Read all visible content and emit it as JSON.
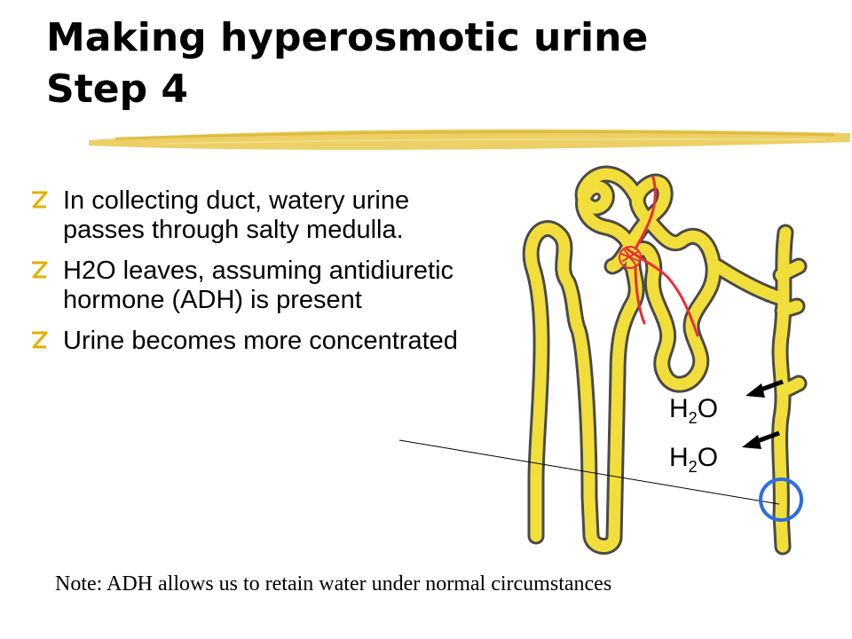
{
  "title": {
    "line1": "Making hyperosmotic urine",
    "line2": "Step 4"
  },
  "bullets": [
    {
      "text": "In collecting duct, watery urine passes through salty medulla."
    },
    {
      "text": "H2O leaves, assuming antidiuretic hormone (ADH) is present"
    },
    {
      "text": "Urine becomes more concentrated"
    }
  ],
  "diagram_labels": {
    "h2o_upper": {
      "base": "H",
      "sub": "2",
      "rest": "O"
    },
    "h2o_lower": {
      "base": "H",
      "sub": "2",
      "rest": "O"
    }
  },
  "note": "Note: ADH allows us to retain water under normal circumstances",
  "colors": {
    "nephron_fill": "#f2de3a",
    "nephron_outline": "#4a4a4a",
    "blood_vessel": "#ea2e35",
    "highlight_circle": "#2a6fe0",
    "title_underline": "#e9c94a",
    "bullet_marker": "#e0b000"
  }
}
